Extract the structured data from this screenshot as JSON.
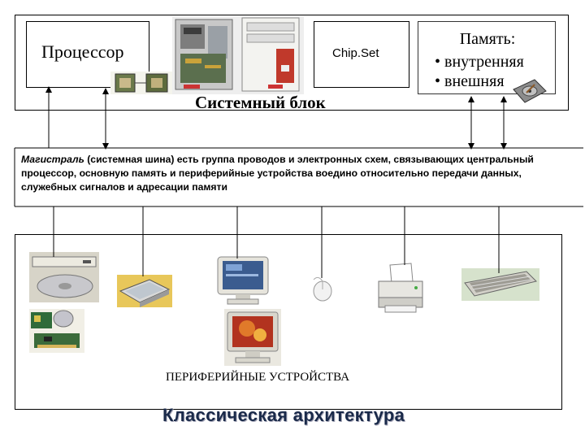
{
  "system_unit": {
    "processor_label": "Процессор",
    "chipset_label": "Chip.Set",
    "caption": "Системный блок"
  },
  "memory": {
    "title": "Память:",
    "items": [
      "• внутренняя",
      "• внешняя"
    ]
  },
  "bus": {
    "term": "Магистраль",
    "definition": " (системная шина) есть группа проводов и электронных схем, связывающих центральный процессор, основную память и периферийные устройства воедино относительно передачи данных, служебных сигналов и адресации памяти"
  },
  "peripherals": {
    "caption": "ПЕРИФЕРИЙНЫЕ УСТРОЙСТВА"
  },
  "title": "Классическая архитектура",
  "icons": [
    "cpu-chip-icon",
    "system-unit-photo",
    "hard-disk-icon",
    "cd-drive-icon",
    "scanner-icon",
    "monitor-icon",
    "mouse-icon",
    "printer-icon",
    "keyboard-icon",
    "expansion-cards-icon",
    "monitor-red-icon"
  ]
}
